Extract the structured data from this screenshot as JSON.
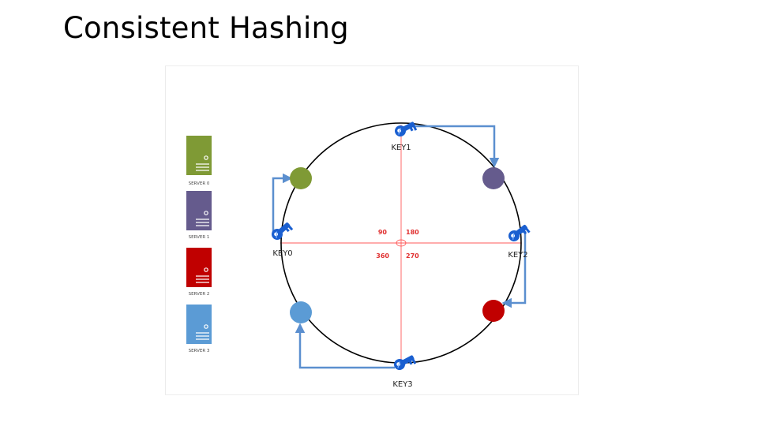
{
  "slide": {
    "title": "Consistent Hashing"
  },
  "servers": [
    {
      "label": "SERVER 0",
      "color": "#7f9a35"
    },
    {
      "label": "SERVER 1",
      "color": "#655b8d"
    },
    {
      "label": "SERVER 2",
      "color": "#c00000"
    },
    {
      "label": "SERVER 3",
      "color": "#5b9bd5"
    }
  ],
  "keys": [
    {
      "label": "KEY0",
      "icon": "key-icon"
    },
    {
      "label": "KEY1",
      "icon": "key-icon"
    },
    {
      "label": "KEY2",
      "icon": "key-icon"
    },
    {
      "label": "KEY3",
      "icon": "key-icon"
    }
  ],
  "angles": {
    "top_left": "90",
    "top_right": "180",
    "bottom_left": "360",
    "bottom_right": "270"
  },
  "colors": {
    "ring": "#000000",
    "axis": "#ff5a5a",
    "angle_text": "#e03030",
    "arrow": "#5b8fcf",
    "key": "#1a5fd0"
  }
}
